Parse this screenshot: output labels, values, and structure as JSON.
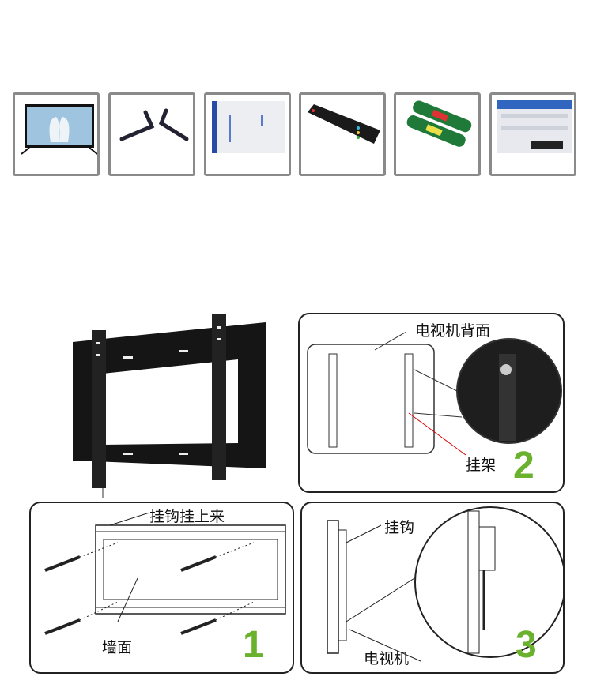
{
  "package_contents": [
    {
      "item": "tv"
    },
    {
      "item": "stand-legs"
    },
    {
      "item": "manual"
    },
    {
      "item": "remote-control"
    },
    {
      "item": "batteries"
    },
    {
      "item": "warranty-card"
    }
  ],
  "steps": [
    {
      "number": "1",
      "labels": {
        "hook_up": "挂钩挂上来",
        "wall": "墙面"
      }
    },
    {
      "number": "2",
      "labels": {
        "tv_back": "电视机背面",
        "bracket": "挂架"
      }
    },
    {
      "number": "3",
      "labels": {
        "hook": "挂钩",
        "tv": "电视机"
      }
    }
  ],
  "colors": {
    "step_number": "#6ab22e",
    "frame": "#8a8a8a"
  }
}
